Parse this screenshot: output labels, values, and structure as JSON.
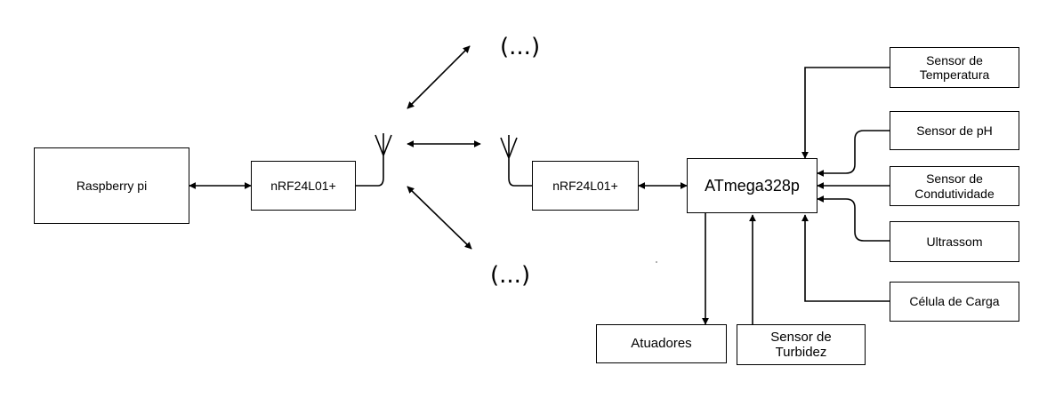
{
  "nodes": {
    "raspberry": "Raspberry pi",
    "nrf_left": "nRF24L01+",
    "nrf_right": "nRF24L01+",
    "atmega": "ATmega328p",
    "temperatura": "Sensor de\nTemperatura",
    "ph": "Sensor de pH",
    "condutividade": "Sensor de\nCondutividade",
    "ultrassom": "Ultrassom",
    "carga": "Célula de Carga",
    "atuadores": "Atuadores",
    "turbidez": "Sensor de\nTurbidez"
  },
  "ellipsis": {
    "top": "(...)",
    "bottom": "(...)"
  }
}
